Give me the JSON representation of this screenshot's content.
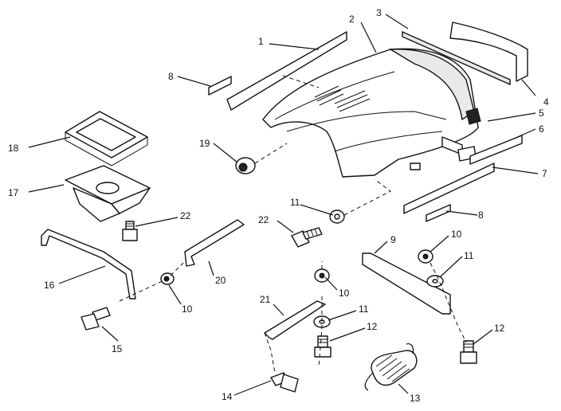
{
  "callouts": {
    "c1": "1",
    "c2": "2",
    "c3": "3",
    "c4": "4",
    "c5": "5",
    "c6": "6",
    "c7": "7",
    "c8a": "8",
    "c8b": "8",
    "c9": "9",
    "c10a": "10",
    "c10b": "10",
    "c10c": "10",
    "c11a": "11",
    "c11b": "11",
    "c11c": "11",
    "c12a": "12",
    "c12b": "12",
    "c13": "13",
    "c14": "14",
    "c15": "15",
    "c16": "16",
    "c17": "17",
    "c18": "18",
    "c19": "19",
    "c20": "20",
    "c21": "21",
    "c22a": "22",
    "c22b": "22"
  }
}
